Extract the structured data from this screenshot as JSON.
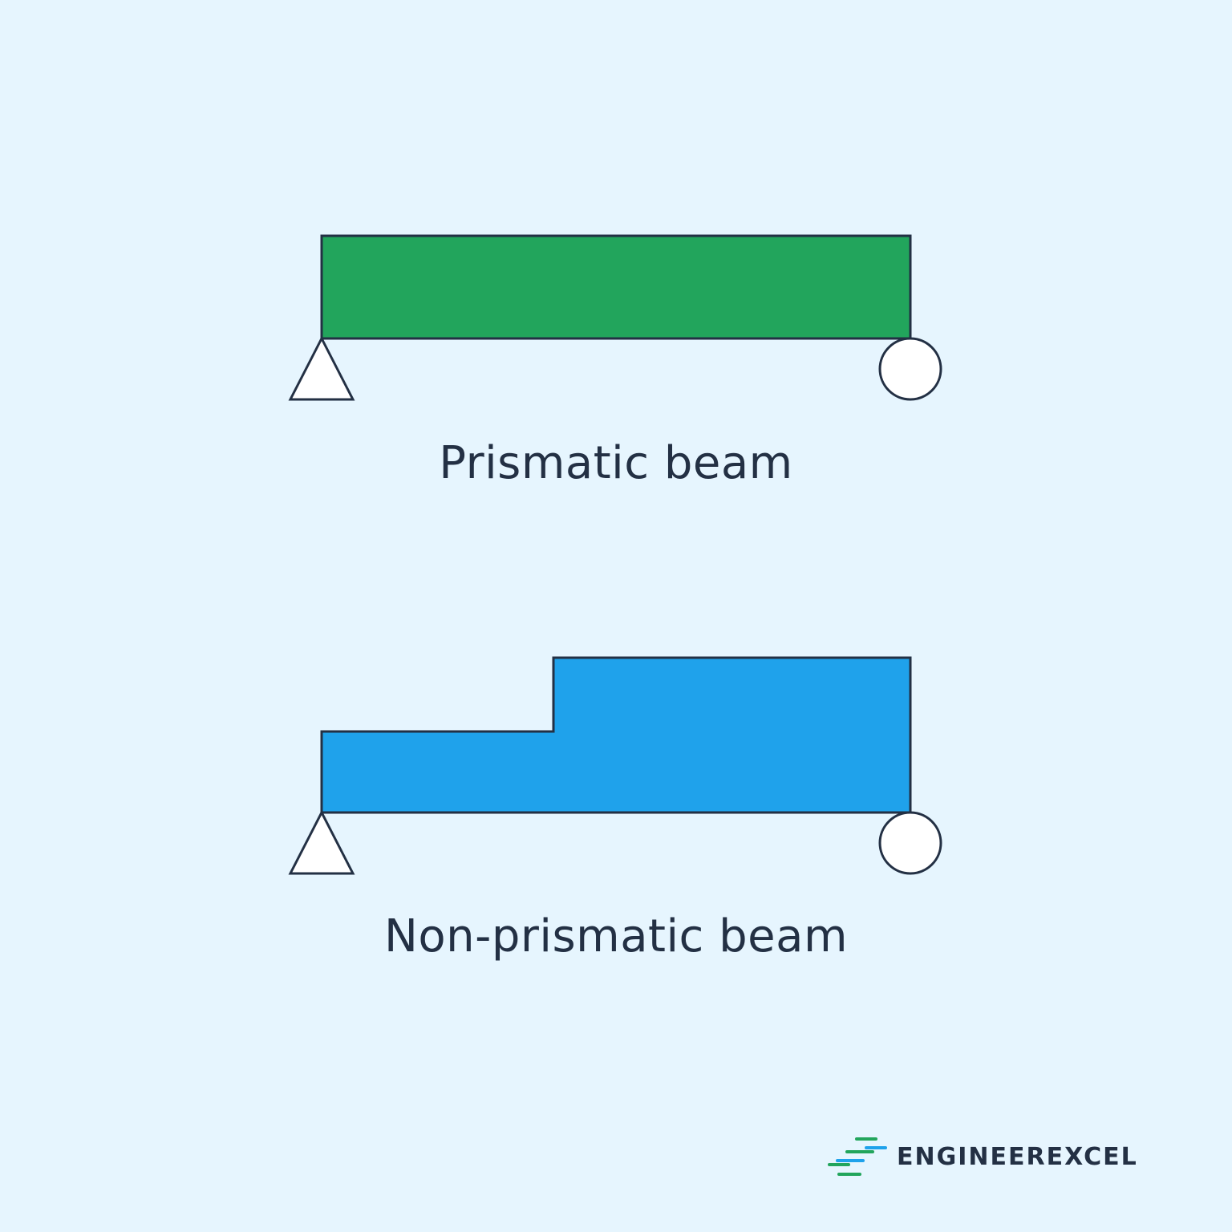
{
  "colors": {
    "background": "#e6f5fe",
    "outline": "#233044",
    "prismatic_fill": "#22a55c",
    "nonprismatic_fill": "#1fa2eb",
    "support_fill": "#ffffff",
    "text": "#233044",
    "logo_green": "#22a55c",
    "logo_blue": "#1fa2eb"
  },
  "diagrams": {
    "prismatic": {
      "caption": "Prismatic beam",
      "left_support": "pin-support-triangle",
      "right_support": "roller-support-circle"
    },
    "non_prismatic": {
      "caption": "Non-prismatic beam",
      "left_support": "pin-support-triangle",
      "right_support": "roller-support-circle"
    }
  },
  "logo": {
    "text": "ENGINEEREXCEL",
    "icon": "speed-lines-icon"
  }
}
